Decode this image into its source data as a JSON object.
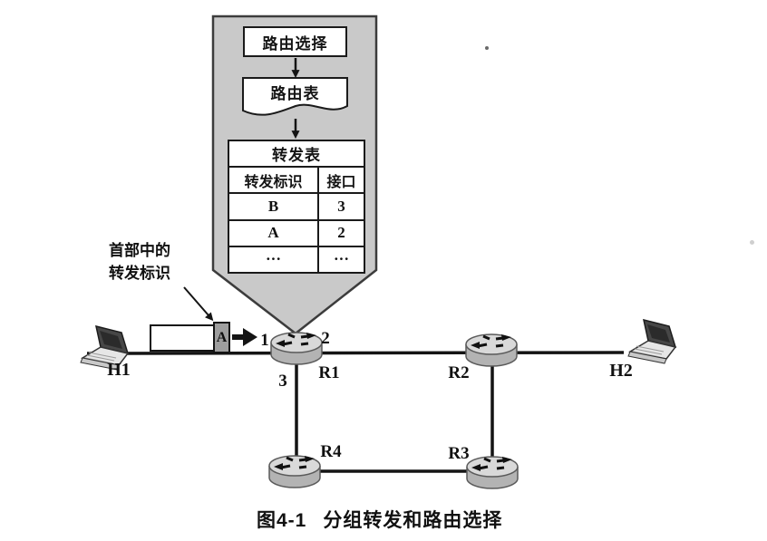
{
  "panel": {
    "routing_box_label": "路由选择",
    "routing_table_label": "路由表"
  },
  "forwarding_table": {
    "title": "转发表",
    "col1": "转发标识",
    "col2": "接口",
    "rows": [
      {
        "id": "B",
        "port": "3"
      },
      {
        "id": "A",
        "port": "2"
      },
      {
        "id": "···",
        "port": "···"
      }
    ]
  },
  "annotation": {
    "line1": "首部中的",
    "line2": "转发标识"
  },
  "packet": {
    "tag": "A"
  },
  "topology": {
    "host1": "H1",
    "host2": "H2",
    "r1": "R1",
    "r2": "R2",
    "r3": "R3",
    "r4": "R4",
    "port1": "1",
    "port2": "2",
    "port3": "3"
  },
  "caption": {
    "number": "图4-1",
    "title": "分组转发和路由选择"
  },
  "colors": {
    "panel_gray": "#c9c9c9",
    "router_top_gray": "#d9d9d9",
    "router_body_gray": "#b3b3b3",
    "packet_tag_gray": "#9e9e9e",
    "line_black": "#141414",
    "background": "#ffffff"
  }
}
